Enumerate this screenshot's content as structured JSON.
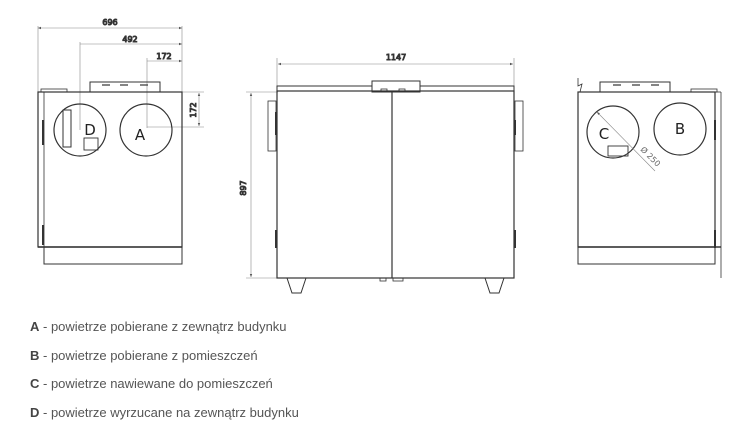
{
  "drawing": {
    "left_view": {
      "dimensions": {
        "overall_width": "696",
        "offset_d": "492",
        "offset_a": "172",
        "vertical_offset": "172"
      },
      "ports": [
        {
          "label": "D"
        },
        {
          "label": "A"
        }
      ]
    },
    "front_view": {
      "dimensions": {
        "width": "1147",
        "height": "897"
      }
    },
    "right_view": {
      "dimensions": {
        "diameter": "Ø 250"
      },
      "ports": [
        {
          "label": "C"
        },
        {
          "label": "B"
        }
      ]
    }
  },
  "legend": [
    {
      "key": "A",
      "text": " - powietrze pobierane z zewnątrz budynku"
    },
    {
      "key": "B",
      "text": " - powietrze pobierane z pomieszczeń"
    },
    {
      "key": "C",
      "text": " - powietrze nawiewane do pomieszczeń"
    },
    {
      "key": "D",
      "text": " - powietrze wyrzucane na zewnątrz budynku"
    }
  ]
}
